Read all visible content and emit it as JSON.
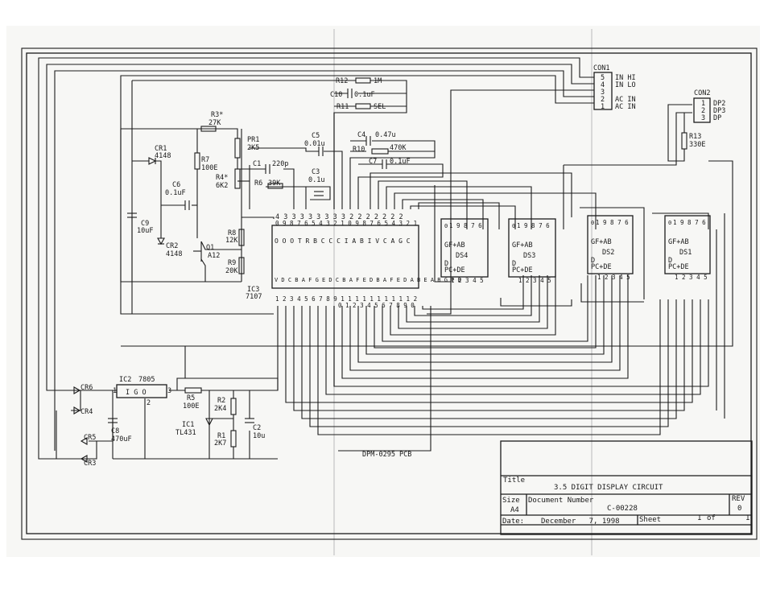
{
  "connectors": {
    "con1": {
      "ref": "CON1",
      "pins": [
        "5",
        "4",
        "3",
        "2",
        "1"
      ],
      "labels": [
        "IN HI",
        "IN LO",
        "",
        "AC IN",
        "AC IN"
      ]
    },
    "con2": {
      "ref": "CON2",
      "pins": [
        "1",
        "2",
        "3"
      ],
      "labels": [
        "DP2",
        "DP3",
        "DP"
      ]
    }
  },
  "components": {
    "r12": {
      "ref": "R12",
      "value": "1M"
    },
    "c10": {
      "ref": "C10",
      "value": "0.1uF"
    },
    "r11": {
      "ref": "R11",
      "value": "SEL"
    },
    "r3": {
      "ref": "R3*",
      "value": "27K"
    },
    "pr1": {
      "ref": "PR1",
      "value": "2K5"
    },
    "c5": {
      "ref": "C5",
      "value": "0.01u"
    },
    "c4": {
      "ref": "C4",
      "value": "0.47u"
    },
    "r10": {
      "ref": "R10",
      "value": "470K"
    },
    "c7": {
      "ref": "C7",
      "value": "0.1uF"
    },
    "c1": {
      "ref": "C1",
      "value": "220p"
    },
    "r6": {
      "ref": "R6",
      "value": "39K"
    },
    "c3": {
      "ref": "C3",
      "value": "0.1u"
    },
    "r13": {
      "ref": "R13",
      "value": "330E"
    },
    "cr1": {
      "ref": "CR1",
      "value": "4148"
    },
    "r7": {
      "ref": "R7",
      "value": "100E"
    },
    "c6": {
      "ref": "C6",
      "value": "0.1uF"
    },
    "r4": {
      "ref": "R4*",
      "value": "6K2"
    },
    "c9": {
      "ref": "C9",
      "value": "10uF"
    },
    "cr2": {
      "ref": "CR2",
      "value": "4148"
    },
    "q1": {
      "ref": "Q1",
      "value": "A12"
    },
    "r8": {
      "ref": "R8",
      "value": "12K"
    },
    "r9": {
      "ref": "R9",
      "value": "20K"
    },
    "ic3": {
      "ref": "IC3",
      "value": "7107"
    },
    "ic2": {
      "ref": "IC2",
      "value": "7805",
      "pin_in": "1",
      "pin_gnd": "2",
      "pin_out": "3",
      "body": "I  G  O"
    },
    "r5": {
      "ref": "R5",
      "value": "100E"
    },
    "r2": {
      "ref": "R2",
      "value": "2K4"
    },
    "r1": {
      "ref": "R1",
      "value": "2K7"
    },
    "ic1": {
      "ref": "IC1",
      "value": "TL431"
    },
    "c2": {
      "ref": "C2",
      "value": "10u"
    },
    "c8": {
      "ref": "C8",
      "value": "470uF"
    },
    "cr6": {
      "ref": "CR6"
    },
    "cr4": {
      "ref": "CR4"
    },
    "cr5": {
      "ref": "CR5"
    },
    "cr3": {
      "ref": "CR3"
    }
  },
  "ic3_pins": {
    "top_numbers": "4 3 3 3 3 3 3 3 3 2 2 2 2 2 2 2",
    "top_numbers2": "0 9 8 7 6 5 4 3 2 1 0 9 8 7 6 5 4 3 2 1",
    "bottom_numbers": "1 2 3 4 5 6 7 8 9 1 1 1 1 1 1 1 1 1 1 2",
    "bottom_numbers2": "0 1 2 3 4 5 6 7 8 9 0",
    "top_names": "O O O T R B C C C I A B I V C A G C",
    "bottom_names": "V D C B A F G E D C B A F E D B A F E D A B E A B G P B"
  },
  "displays": [
    {
      "ref": "DS4",
      "top_pins": "1 9 8 7 6",
      "top_pin0": "0",
      "seg1": "GF+AB",
      "seg2": "PC+DE",
      "dp": "D",
      "bottom_pins": "1 2 3 4 5"
    },
    {
      "ref": "DS3",
      "top_pins": "1 9 8 7 6",
      "top_pin0": "0",
      "seg1": "GF+AB",
      "seg2": "PC+DE",
      "dp": "D",
      "bottom_pins": "1 2 3 4 5"
    },
    {
      "ref": "DS2",
      "top_pins": "1 9 8 7 6",
      "top_pin0": "0",
      "seg1": "GF+AB",
      "seg2": "PC+DE",
      "dp": "D",
      "bottom_pins": "1 2 3 4 5"
    },
    {
      "ref": "DS1",
      "top_pins": "1 9 8 7 6",
      "top_pin0": "0",
      "seg1": "GF+AB",
      "seg2": "PC+DE",
      "dp": "D",
      "bottom_pins": "1 2 3 4 5"
    }
  ],
  "pcb_label": "DPM-0295 PCB",
  "title_block": {
    "title_label": "Title",
    "title": "3.5 DIGIT DISPLAY CIRCUIT",
    "size_label": "Size",
    "size": "A4",
    "docnum_label": "Document Number",
    "docnum": "C-00228",
    "rev_label": "REV",
    "rev": "0",
    "date_label": "Date:",
    "date": "December   7, 1998",
    "sheet_label": "Sheet",
    "sheet": "1",
    "of_label": "of",
    "sheet_total": "1"
  }
}
